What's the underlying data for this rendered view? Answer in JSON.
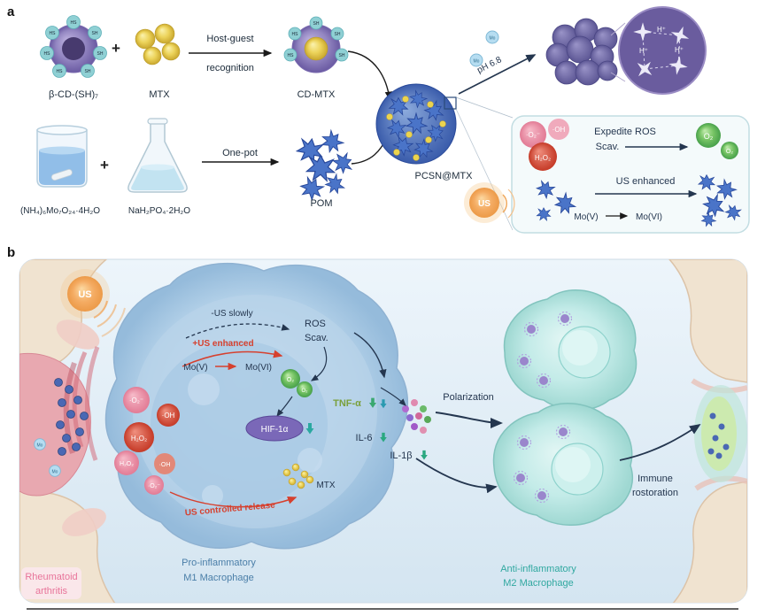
{
  "figure": {
    "panel_a_label": "a",
    "panel_b_label": "b"
  },
  "panel_a": {
    "beta_cd_label": "β-CD-(SH)₇",
    "hs": "HS",
    "sh": "SH",
    "plus": "+",
    "mtx_label": "MTX",
    "step1_line1": "Host-guest",
    "step1_line2": "recognition",
    "cd_mtx_label": "CD-MTX",
    "ammonium_molybdate": "(NH₄)₆Mo₇O₂₄·4H₂O",
    "sodium_phosphate": "NaH₂PO₄·2H₂O",
    "step2": "One-pot",
    "pom_label": "POM",
    "pcsn_label": "PCSN@MTX",
    "ph_label": "pH 6.8",
    "mo_ion": "Mo",
    "h_bond": "H⁺",
    "inset": {
      "superoxide": "·O₂⁻",
      "hydroxyl": "·OH",
      "peroxide": "H₂O₂",
      "expedite_line1": "Expedite ROS",
      "expedite_line2": "Scav.",
      "oxygen": "O₂",
      "us_enhanced": "US enhanced",
      "mo_v": "Mo(V)",
      "mo_vi": "Mo(VI)",
      "us": "US"
    }
  },
  "panel_b": {
    "us": "US",
    "us_slowly": "-US slowly",
    "us_enhanced": "+US enhanced",
    "mo_v": "Mo(V)",
    "mo_vi": "Mo(VI)",
    "ros_line1": "ROS",
    "ros_line2": "Scav.",
    "oxygen": "O₂",
    "superoxide": "·O₂⁻",
    "hydroxyl": "·OH",
    "peroxide": "H₂O₂",
    "hif": "HIF-1α",
    "mtx": "MTX",
    "us_release": "US controlled release",
    "tnf": "TNF-α",
    "il6": "IL-6",
    "il1b": "IL-1β",
    "polarization": "Polarization",
    "immune_line1": "Immune",
    "immune_line2": "rostoration",
    "ra_line1": "Rheumatoid",
    "ra_line2": "arthritis",
    "m1_line1": "Pro-inflammatory",
    "m1_line2": "M1 Macrophage",
    "m2_line1": "Anti-inflammatory",
    "m2_line2": "M2 Macrophage",
    "mo_ion": "Mo"
  },
  "colors": {
    "pom_blue": "#3f6cc2",
    "mtx_yellow": "#e7ce4e",
    "m1_cell_blue": "#a9c9e3",
    "m2_cell_teal": "#a3dcd7",
    "us_orange": "#f2a35c",
    "ros_red": "#d6402e",
    "ra_pink": "#e8749a",
    "navy_arrow": "#24364f",
    "m1_text_blue": "#4a7ea8",
    "m2_text_teal": "#30a8a0"
  }
}
